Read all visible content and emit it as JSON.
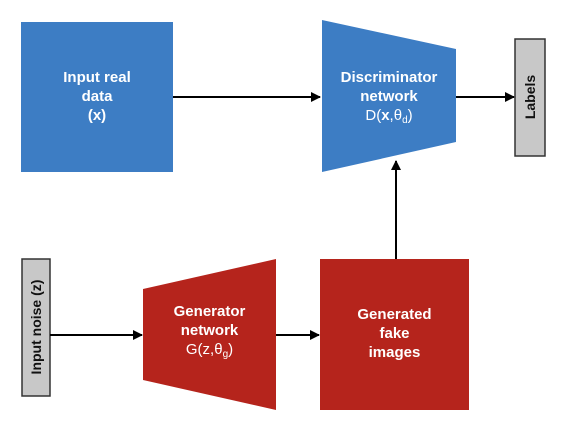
{
  "nodes": {
    "input_real": {
      "line1": "Input real",
      "line2": "data",
      "line3": "(x)",
      "color": "#3d7dc4"
    },
    "discriminator": {
      "line1": "Discriminator",
      "line2": "network",
      "formula_prefix": "D(",
      "formula_var": "x",
      "formula_sep": ",θ",
      "formula_sub": "d",
      "formula_suffix": ")",
      "color": "#3d7dc4"
    },
    "labels": {
      "text": "Labels",
      "color": "#c8c8c8"
    },
    "input_noise": {
      "text": "Input noise (z)",
      "color": "#c8c8c8"
    },
    "generator": {
      "line1": "Generator",
      "line2": "network",
      "formula_prefix": "G(z,θ",
      "formula_sub": "g",
      "formula_suffix": ")",
      "color": "#b5241c"
    },
    "generated": {
      "line1": "Generated",
      "line2": "fake",
      "line3": "images",
      "color": "#b5241c"
    }
  },
  "edges": [
    {
      "from": "input_real",
      "to": "discriminator"
    },
    {
      "from": "discriminator",
      "to": "labels"
    },
    {
      "from": "generated",
      "to": "discriminator"
    },
    {
      "from": "input_noise",
      "to": "generator"
    },
    {
      "from": "generator",
      "to": "generated"
    }
  ]
}
